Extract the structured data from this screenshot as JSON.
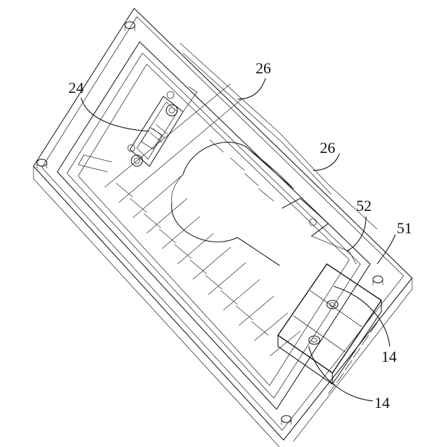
{
  "labels": [
    {
      "id": "24a",
      "text": "24"
    },
    {
      "id": "26a",
      "text": "26"
    },
    {
      "id": "26b",
      "text": "26"
    },
    {
      "id": "52a",
      "text": "52"
    },
    {
      "id": "51a",
      "text": "51"
    },
    {
      "id": "14a",
      "text": "14"
    },
    {
      "id": "14b",
      "text": "14"
    }
  ]
}
